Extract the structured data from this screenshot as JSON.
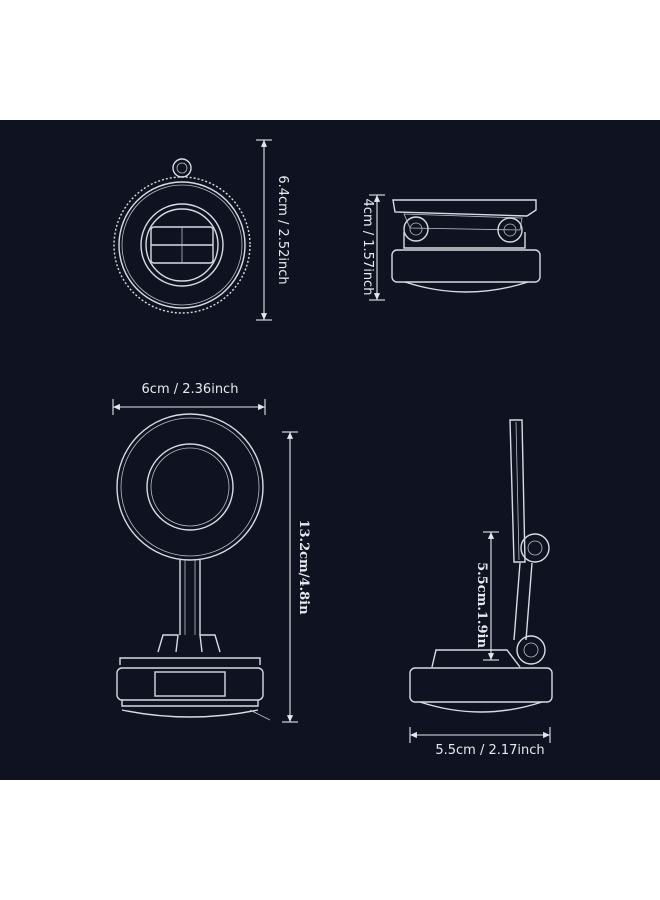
{
  "dimensions": {
    "top_left_height": "6.4cm / 2.52inch",
    "top_right_height": "4cm / 1.57inch",
    "front_width": "6cm / 2.36inch",
    "front_height": "13.2cm/4.8in",
    "side_stem_height": "5.5cm.1.9in",
    "side_width": "5.5cm / 2.17inch"
  },
  "colors": {
    "background": "#0f1220",
    "line": "#d9dbe2",
    "page": "#ffffff"
  }
}
